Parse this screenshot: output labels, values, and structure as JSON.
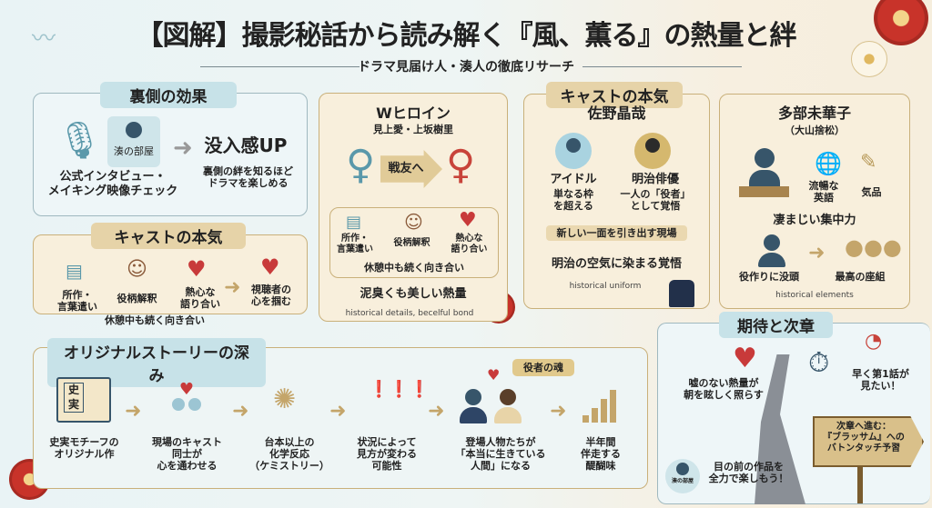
{
  "header": {
    "title": "【図解】撮影秘話から読み解く『風、薫る』の熱量と絆",
    "subtitle": "ドラマ見届け人・湊人の徹底リサーチ"
  },
  "backstage": {
    "heading": "裏側の効果",
    "room_label": "湊の部屋",
    "source": "公式インタビュー・\nメイキング映像チェック",
    "result": "没入感UP",
    "result_desc": "裏側の絆を知るほど\nドラマを楽しめる"
  },
  "cast_left": {
    "heading": "キャストの本気",
    "steps": [
      "所作・\n言葉遣い",
      "役柄解釈",
      "熱心な\n語り合い"
    ],
    "result": "視聴者の\n心を掴む",
    "note": "休憩中も続く向き合い"
  },
  "heroine": {
    "title": "Wヒロイン",
    "names": "見上愛・上坂樹里",
    "arrow_label": "戦友へ",
    "steps": [
      "所作・\n言葉遣い",
      "役柄解釈",
      "熱心な\n語り合い"
    ],
    "note": "休憩中も続く向き合い",
    "summary": "泥臭くも美しい熱量",
    "caption": "historical details, becelful bond"
  },
  "sano": {
    "heading": "キャストの本気",
    "name": "佐野晶哉",
    "left_title": "アイドル",
    "left_desc": "単なる枠\nを超える",
    "right_title": "明治俳優",
    "right_desc": "一人の「役者」\nとして覚悟",
    "banner": "新しい一面を引き出す現場",
    "summary": "明治の空気に染まる覚悟",
    "caption": "historical uniform"
  },
  "tabe": {
    "name": "多部未華子",
    "role": "（大山捨松）",
    "traits": [
      "流暢な\n英語",
      "気品"
    ],
    "focus": "凄まじい集中力",
    "step1": "役作りに没頭",
    "step2": "最高の座組",
    "caption": "historical elements"
  },
  "story": {
    "heading": "オリジナルストーリーの深み",
    "book_label": "史\n実",
    "badge": "役者の魂",
    "steps": [
      "史実モチーフの\nオリジナル作",
      "現場のキャスト\n同士が\n心を通わせる",
      "台本以上の\n化学反応\n（ケミストリー）",
      "状況によって\n見方が変わる\n可能性",
      "登場人物たちが\n「本当に生きている\n人間」になる",
      "半年間\n伴走する\n醍醐味"
    ]
  },
  "expect": {
    "heading": "期待と次章",
    "heart_text": "嘘のない熱量が\n朝を眩しく照らす",
    "timer_text": "早く第1話が\n見たい！",
    "sign": "次章へ進む：\n『ブラッサム』への\nバトンタッチ予習",
    "avatar_label": "湊の部屋",
    "closing": "目の前の作品を\n全力で楽しもう！"
  },
  "colors": {
    "gold": "#c4a56a",
    "blue_header": "#c7e2e8",
    "heart": "#c83a3a",
    "navy": "#37556a"
  }
}
